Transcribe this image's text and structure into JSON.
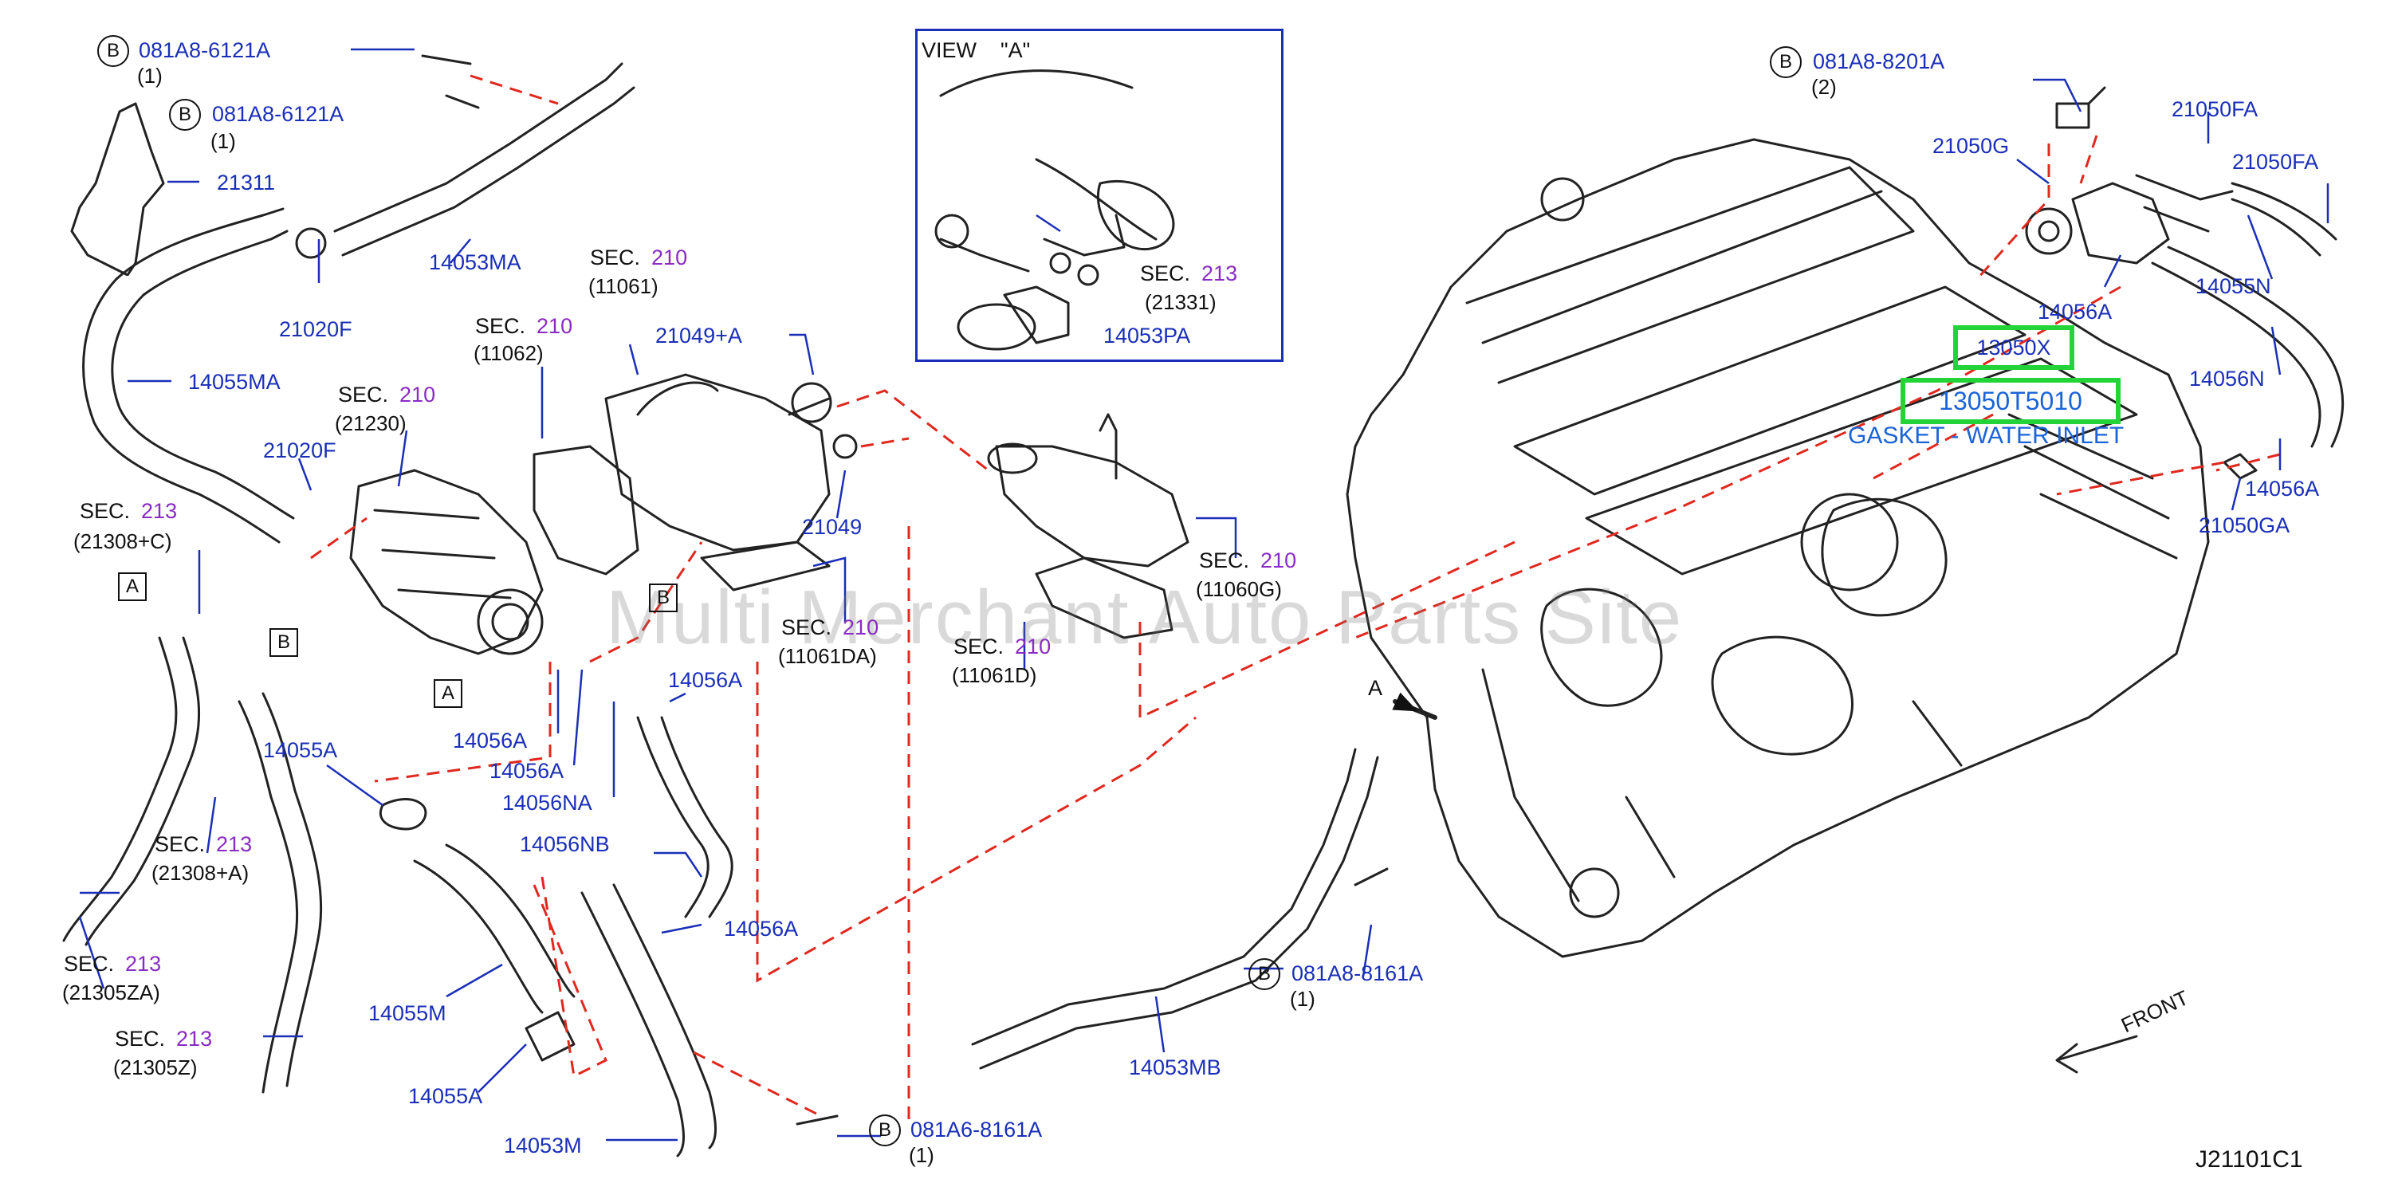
{
  "view": {
    "title": "VIEW",
    "ref": "\"A\""
  },
  "diagram_code": "J21101C1",
  "front_label": "FRONT",
  "watermark": "Multi Merchant Auto Parts Site",
  "highlight": {
    "part_a": "13050X",
    "part_b": "13050T5010",
    "part_b_desc": "GASKET - WATER INLET"
  },
  "bolts": [
    {
      "circle": "B",
      "num": "081A8-6121A",
      "qty": "(1)"
    },
    {
      "circle": "B",
      "num": "081A8-6121A",
      "qty": "(1)"
    },
    {
      "circle": "B",
      "num": "081A8-8201A",
      "qty": "(2)"
    },
    {
      "circle": "B",
      "num": "081A8-8161A",
      "qty": "(1)"
    },
    {
      "circle": "B",
      "num": "081A6-8161A",
      "qty": "(1)"
    }
  ],
  "sections": [
    {
      "sec": "SEC.",
      "num": "210",
      "ref": "(11061)"
    },
    {
      "sec": "SEC.",
      "num": "210",
      "ref": "(11062)"
    },
    {
      "sec": "SEC.",
      "num": "210",
      "ref": "(21230)"
    },
    {
      "sec": "SEC.",
      "num": "213",
      "ref": "(21308+C)"
    },
    {
      "sec": "SEC.",
      "num": "213",
      "ref": "(21308+A)"
    },
    {
      "sec": "SEC.",
      "num": "213",
      "ref": "(21305ZA)"
    },
    {
      "sec": "SEC.",
      "num": "213",
      "ref": "(21305Z)"
    },
    {
      "sec": "SEC.",
      "num": "210",
      "ref": "(11061DA)"
    },
    {
      "sec": "SEC.",
      "num": "210",
      "ref": "(11061D)"
    },
    {
      "sec": "SEC.",
      "num": "210",
      "ref": "(11060G)"
    },
    {
      "sec": "SEC.",
      "num": "213",
      "ref": "(21331)"
    }
  ],
  "parts": [
    "21311",
    "14053MA",
    "21020F",
    "14055MA",
    "21020F",
    "21049+A",
    "21049",
    "14056A",
    "14056A",
    "14056NA",
    "14056A",
    "14055A",
    "14056NB",
    "14056A",
    "14055M",
    "14055A",
    "14053M",
    "14053MB",
    "14053PA",
    "21050G",
    "21050FA",
    "21050FA",
    "14056A",
    "14055N",
    "14056N",
    "14056A",
    "21050GA"
  ],
  "box_letters": [
    "A",
    "B",
    "A",
    "B"
  ],
  "view_a_marker": "A"
}
